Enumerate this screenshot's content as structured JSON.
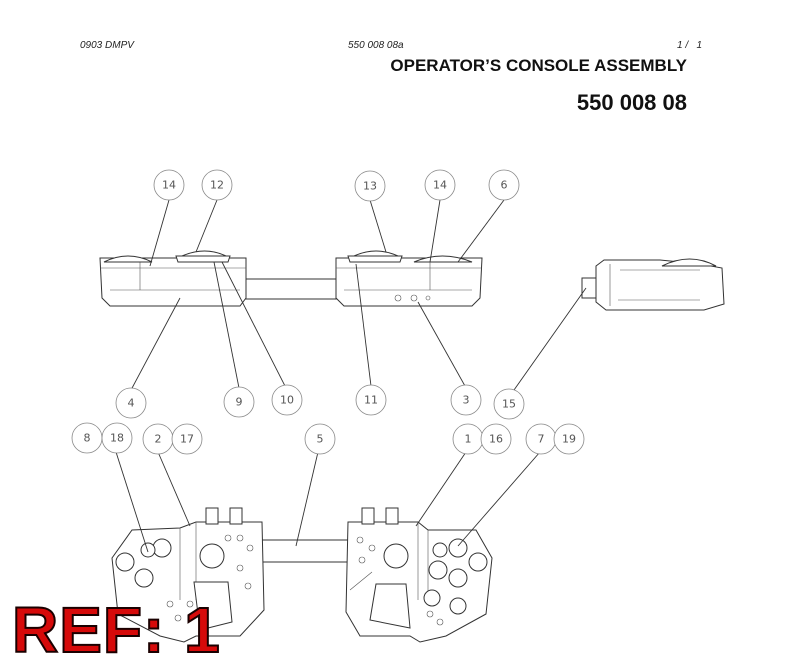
{
  "header": {
    "left_code": "0903 DMPV",
    "center_code": "550 008 08a",
    "page": "1 /   1",
    "title": "OPERATOR’S CONSOLE ASSEMBLY",
    "part_number": "550 008 08"
  },
  "ref_label": "REF: 1",
  "callouts": [
    {
      "id": "c14a",
      "label": "14"
    },
    {
      "id": "c12",
      "label": "12"
    },
    {
      "id": "c13",
      "label": "13"
    },
    {
      "id": "c14b",
      "label": "14"
    },
    {
      "id": "c6",
      "label": "6"
    },
    {
      "id": "c4",
      "label": "4"
    },
    {
      "id": "c9",
      "label": "9"
    },
    {
      "id": "c10",
      "label": "10"
    },
    {
      "id": "c11",
      "label": "11"
    },
    {
      "id": "c3",
      "label": "3"
    },
    {
      "id": "c15",
      "label": "15"
    },
    {
      "id": "c8",
      "label": "8"
    },
    {
      "id": "c18",
      "label": "18"
    },
    {
      "id": "c2",
      "label": "2"
    },
    {
      "id": "c17",
      "label": "17"
    },
    {
      "id": "c5",
      "label": "5"
    },
    {
      "id": "c1",
      "label": "1"
    },
    {
      "id": "c16",
      "label": "16"
    },
    {
      "id": "c7",
      "label": "7"
    },
    {
      "id": "c19",
      "label": "19"
    }
  ]
}
